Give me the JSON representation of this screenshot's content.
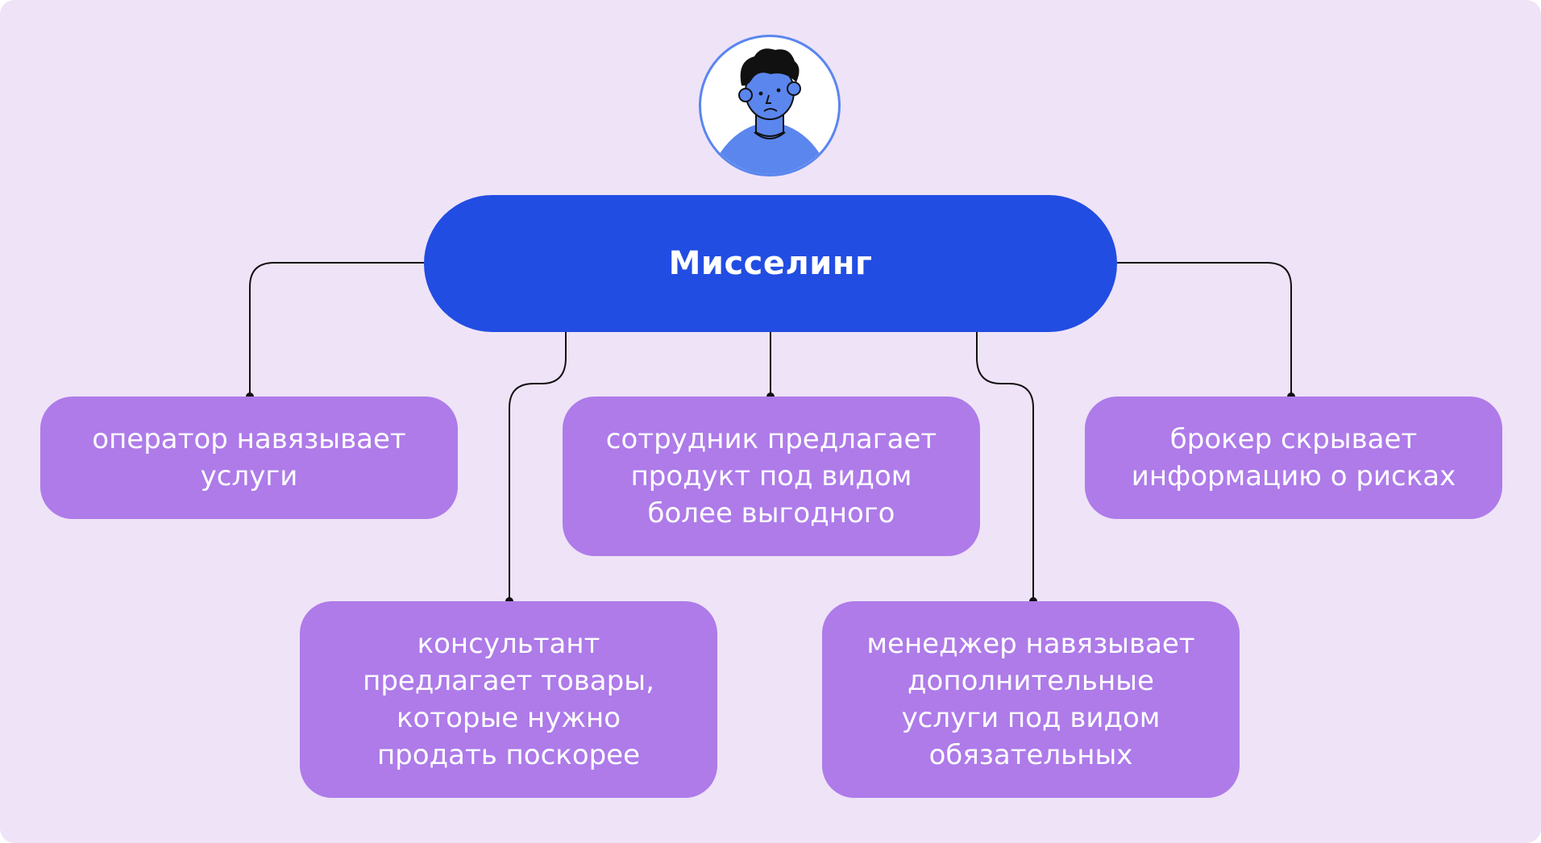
{
  "diagram": {
    "root": {
      "label": "Мисселинг"
    },
    "nodes": [
      {
        "id": "operator",
        "label": "оператор навязывает\nуслуги"
      },
      {
        "id": "employee",
        "label": "сотрудник предлагает\nпродукт под видом\nболее выгодного"
      },
      {
        "id": "broker",
        "label": "брокер скрывает\nинформацию о рисках"
      },
      {
        "id": "consultant",
        "label": "консультант\nпредлагает товары,\nкоторые нужно\nпродать поскорее"
      },
      {
        "id": "manager",
        "label": "менеджер навязывает\nдополнительные\nуслуги под видом\nобязательных"
      }
    ],
    "colors": {
      "background": "#efe3f7",
      "root": "#224de2",
      "node": "#ae7be9",
      "connector": "#111111",
      "avatar_skin": "#5a86ee"
    },
    "icon": "person-avatar-icon"
  }
}
